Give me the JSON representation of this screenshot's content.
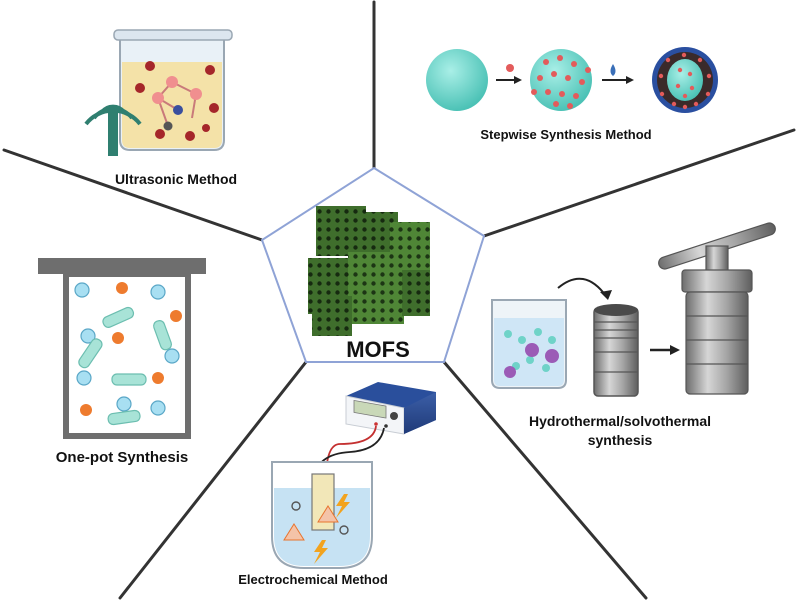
{
  "center": {
    "label": "MOFS"
  },
  "methods": {
    "ultrasonic": "Ultrasonic Method",
    "stepwise": "Stepwise Synthesis Method",
    "hydrothermal_line1": "Hydrothermal/solvothermal",
    "hydrothermal_line2": "synthesis",
    "electrochemical": "Electrochemical Method",
    "onepot": "One-pot Synthesis"
  },
  "colors": {
    "divider": "#333333",
    "pentagon": "#8fa3d6",
    "mof_green": "#3f6e2c",
    "teal": "#6fd3c8",
    "orange": "#e8742e",
    "light_blue": "#9fd6ee",
    "purple": "#9b5bb6",
    "steel": "#8c8c8c"
  }
}
